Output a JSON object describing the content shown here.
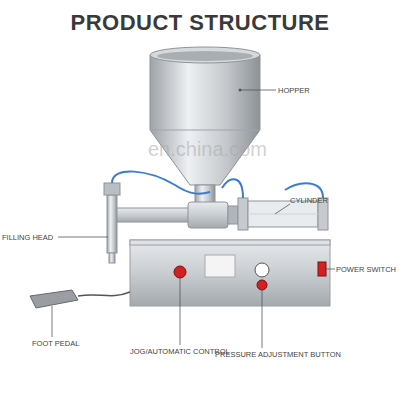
{
  "diagram": {
    "title": "PRODUCT STRUCTURE",
    "labels": [
      "HOPPER",
      "en.china.com",
      "FILLING HEAD",
      "CYLINDER",
      "POWER SWITCH",
      "FOOT PEDAL",
      "JOG/AUTOMATIC CONTROL",
      "PRESSURE ADJUSTMENT BUTTON"
    ]
  }
}
